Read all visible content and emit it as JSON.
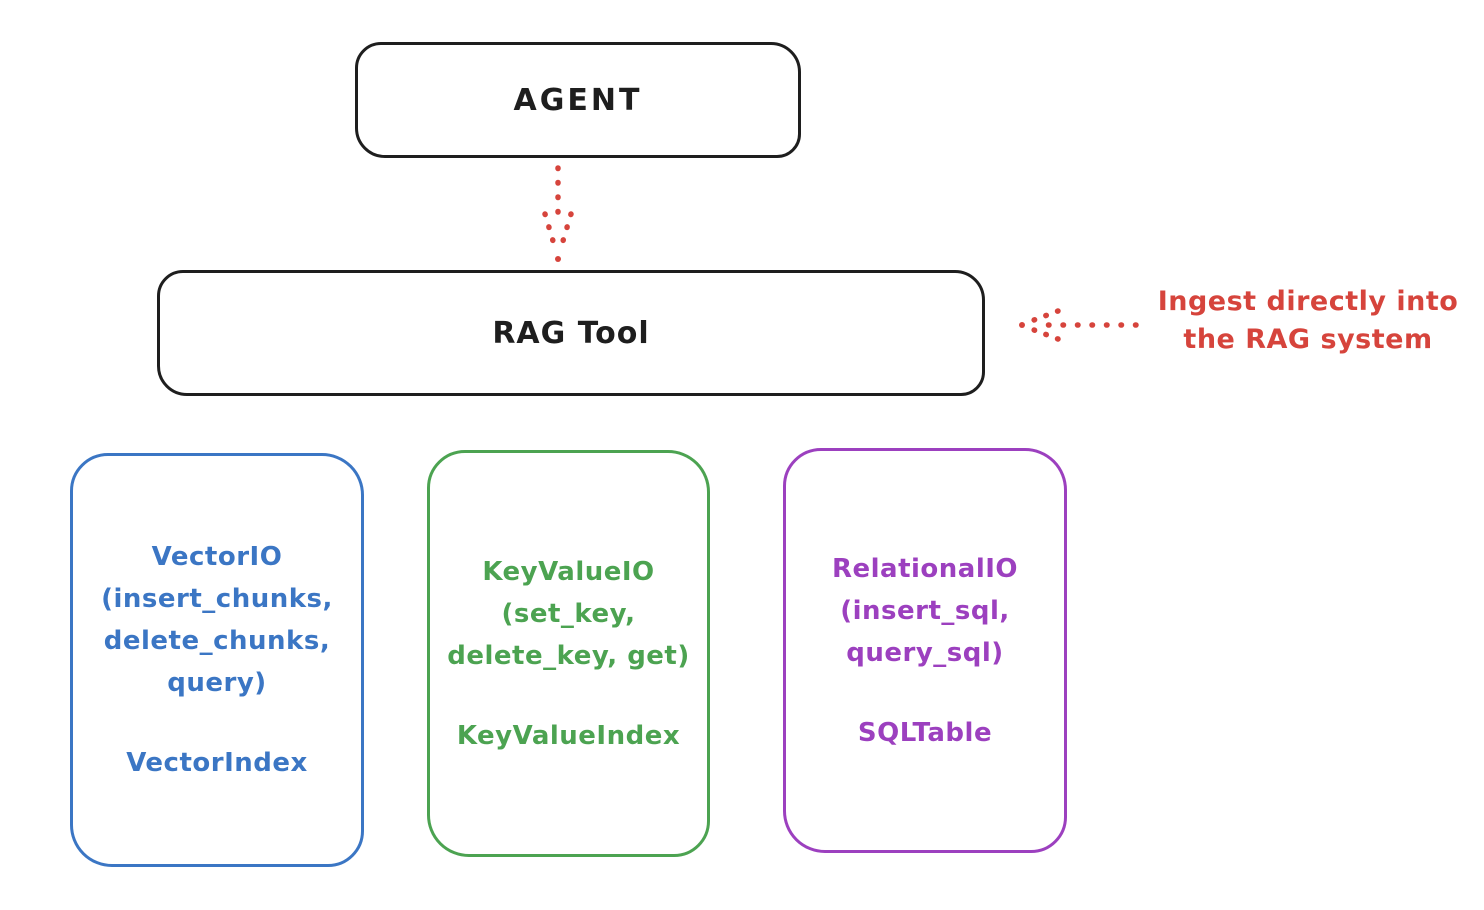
{
  "diagram": {
    "agent": {
      "label": "AGENT"
    },
    "rag_tool": {
      "label": "RAG Tool"
    },
    "annotation": {
      "line1": "Ingest directly into",
      "line2": "the RAG system"
    },
    "boxes": {
      "vector": {
        "title": "VectorIO",
        "args_line1": "(insert_chunks,",
        "args_line2": "delete_chunks,",
        "args_line3": "query)",
        "index": "VectorIndex"
      },
      "keyvalue": {
        "title": "KeyValueIO",
        "args_line1": "(set_key,",
        "args_line2": "delete_key, get)",
        "index": "KeyValueIndex"
      },
      "relational": {
        "title": "RelationalIO",
        "args_line1": "(insert_sql,",
        "args_line2": "query_sql)",
        "index": "SQLTable"
      }
    },
    "colors": {
      "black": "#1e1e1e",
      "red": "#d6443c",
      "blue": "#3b76c4",
      "green": "#4ca351",
      "purple": "#9c40bf"
    }
  }
}
